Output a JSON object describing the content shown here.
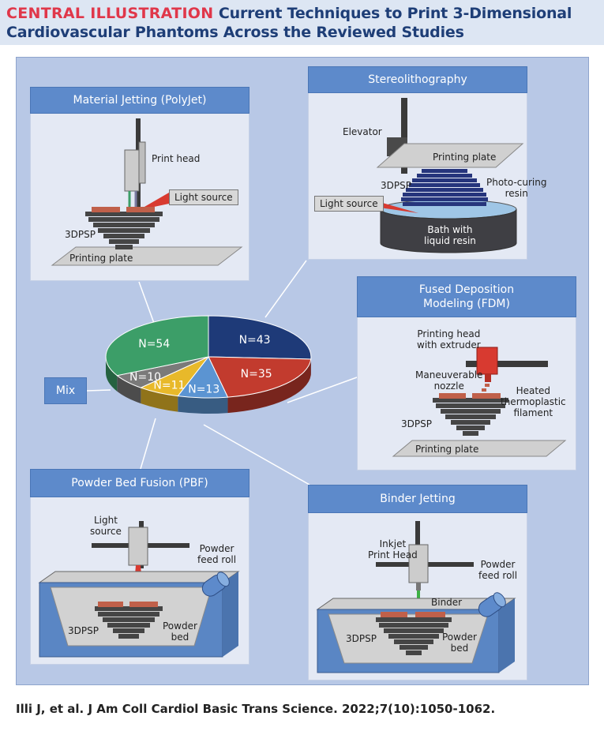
{
  "header": {
    "tag": "CENTRAL ILLUSTRATION",
    "title_line1": "Current Techniques to Print 3-Dimensional",
    "title_line2": "Cardiovascular Phantoms Across the Reviewed Studies"
  },
  "panels": {
    "polyjet": {
      "title": "Material Jetting (PolyJet)",
      "print_head": "Print head",
      "light_source": "Light source",
      "phantom": "3DPSP",
      "plate": "Printing plate"
    },
    "sla": {
      "title": "Stereolithography",
      "elevator": "Elevator",
      "plate": "Printing plate",
      "phantom": "3DPSP",
      "resin_1": "Photo-curing",
      "resin_2": "resin",
      "light_source": "Light source",
      "bath_1": "Bath with",
      "bath_2": "liquid resin"
    },
    "fdm": {
      "title_1": "Fused Deposition",
      "title_2": "Modeling (FDM)",
      "head_1": "Printing head",
      "head_2": "with extruder",
      "nozzle_1": "Maneuverable",
      "nozzle_2": "nozzle",
      "filament_1": "Heated",
      "filament_2": "thermoplastic",
      "filament_3": "filament",
      "phantom": "3DPSP",
      "plate": "Printing plate"
    },
    "pbf": {
      "title": "Powder Bed Fusion (PBF)",
      "light_1": "Light",
      "light_2": "source",
      "feed_1": "Powder",
      "feed_2": "feed roll",
      "phantom": "3DPSP",
      "bed_1": "Powder",
      "bed_2": "bed"
    },
    "binder": {
      "title": "Binder Jetting",
      "head_1": "Inkjet",
      "head_2": "Print Head",
      "feed_1": "Powder",
      "feed_2": "feed roll",
      "binder": "Binder",
      "phantom": "3DPSP",
      "bed_1": "Powder",
      "bed_2": "bed"
    }
  },
  "mix_label": "Mix",
  "chart_data": {
    "type": "pie",
    "values": [
      43,
      35,
      13,
      11,
      10,
      54
    ],
    "labels": [
      "N=43",
      "N=35",
      "N=13",
      "N=11",
      "N=10",
      "N=54"
    ],
    "colors": [
      "#1e3a78",
      "#c23b2e",
      "#5b94d2",
      "#e8b92a",
      "#7a7a7a",
      "#3c9e68"
    ]
  },
  "footer": "Illi J, et al. J Am Coll Cardiol Basic Trans Science. 2022;7(10):1050-1062."
}
